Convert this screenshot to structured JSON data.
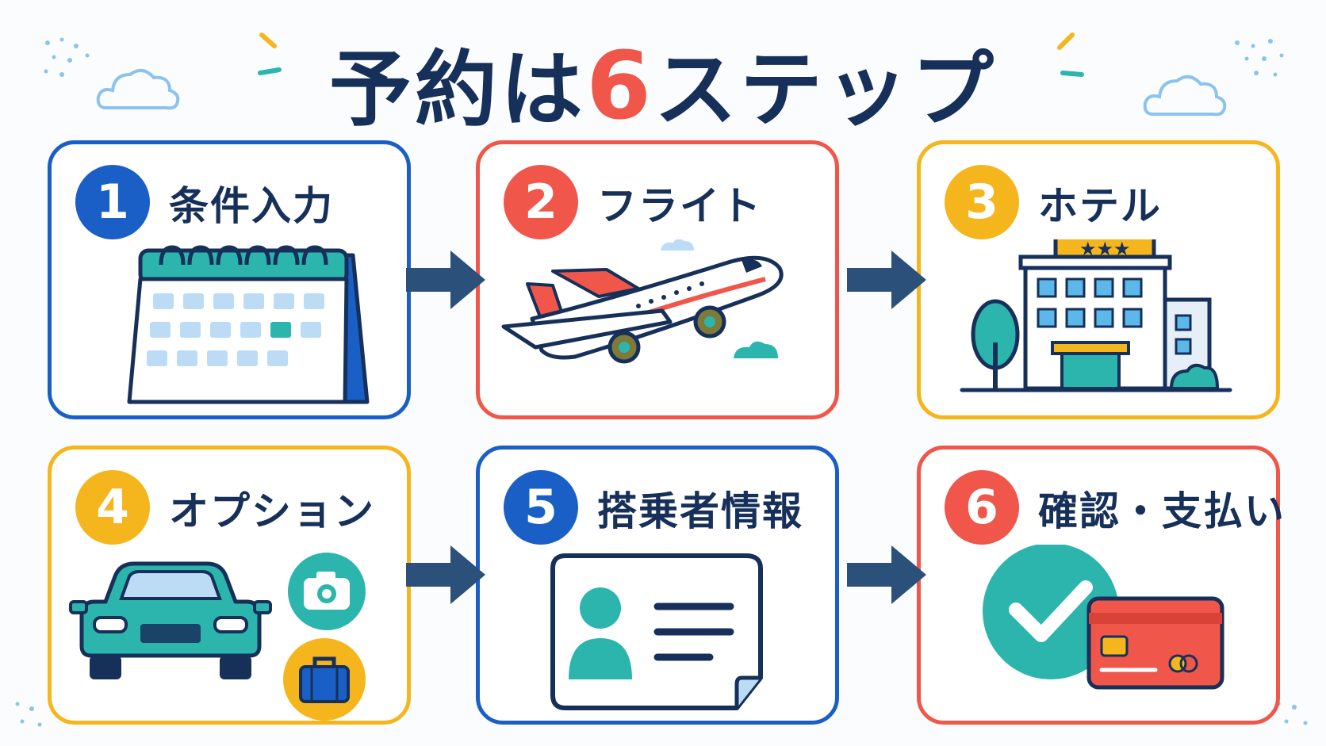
{
  "title": {
    "pre": "予約は",
    "num": "6",
    "post": "ステップ"
  },
  "steps": [
    {
      "num": "1",
      "label": "条件入力",
      "color": "#1a5fc6",
      "icon": "calendar-icon"
    },
    {
      "num": "2",
      "label": "フライト",
      "color": "#f0564a",
      "icon": "airplane-icon"
    },
    {
      "num": "3",
      "label": "ホテル",
      "color": "#f5b51c",
      "icon": "hotel-icon"
    },
    {
      "num": "4",
      "label": "オプション",
      "color": "#f5b51c",
      "icon": "car-icon"
    },
    {
      "num": "5",
      "label": "搭乗者情報",
      "color": "#1a5fc6",
      "icon": "id-card-icon"
    },
    {
      "num": "6",
      "label": "確認・支払い",
      "color": "#f0564a",
      "icon": "check-card-icon"
    }
  ],
  "colors": {
    "navy": "#16305a",
    "blue": "#1a5fc6",
    "red": "#f0564a",
    "yellow": "#f5b51c",
    "teal": "#2bb5ad",
    "arrow": "#2b5079"
  }
}
